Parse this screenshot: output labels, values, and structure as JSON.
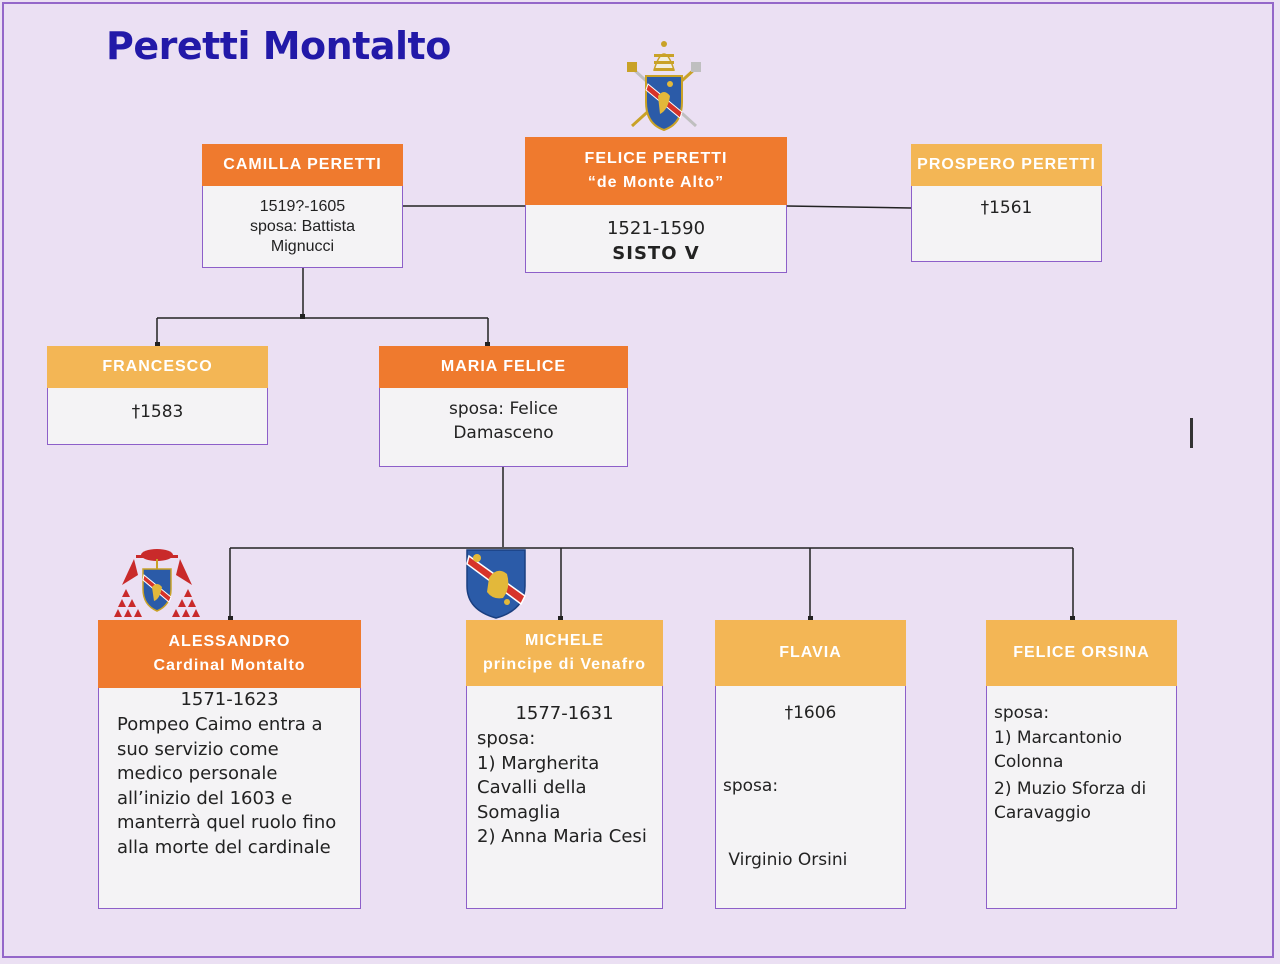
{
  "title": "Peretti Montalto",
  "colors": {
    "background": "#ebe0f3",
    "frame": "#9467c9",
    "title": "#2219a8",
    "header_dark": "#ef7a2e",
    "header_light": "#f3b655",
    "card_border": "#8d5fc9"
  },
  "people": {
    "camilla": {
      "name": "CAMILLA PERETTI",
      "lines": [
        "1519?-1605",
        "sposa: Battista",
        "Mignucci"
      ]
    },
    "felice": {
      "name": "FELICE PERETTI",
      "subtitle": "“de Monte Alto”",
      "dates": "1521-1590",
      "papal_name": "SISTO V"
    },
    "prospero": {
      "name": "PROSPERO PERETTI",
      "lines": [
        "†1561"
      ]
    },
    "francesco": {
      "name": "FRANCESCO",
      "lines": [
        "†1583"
      ]
    },
    "maria_felice": {
      "name": "MARIA FELICE",
      "lines": [
        "sposa: Felice",
        "Damasceno"
      ]
    },
    "alessandro": {
      "name": "ALESSANDRO",
      "subtitle": "Cardinal Montalto",
      "dates": "1571-1623",
      "lines": [
        "Pompeo Caimo entra a",
        "suo servizio come",
        "medico personale",
        "all’inizio del 1603 e",
        "manterrà quel ruolo fino",
        "alla morte del cardinale"
      ]
    },
    "michele": {
      "name": "MICHELE",
      "subtitle": "principe di Venafro",
      "dates": "1577-1631",
      "lines": [
        "sposa:",
        "1) Margherita",
        "Cavalli della",
        "Somaglia",
        "2) Anna Maria Cesi"
      ]
    },
    "flavia": {
      "name": "FLAVIA",
      "dates": "†1606",
      "lines": [
        "sposa:",
        " Virginio Orsini"
      ]
    },
    "felice_orsina": {
      "name": "FELICE ORSINA",
      "lines": [
        "sposa:",
        "1) Marcantonio",
        "Colonna",
        "2) Muzio Sforza di",
        "Caravaggio"
      ]
    }
  },
  "emblems": {
    "papal": "papal-coat-of-arms-icon",
    "cardinal": "cardinal-coat-of-arms-icon",
    "family": "family-coat-of-arms-icon"
  }
}
